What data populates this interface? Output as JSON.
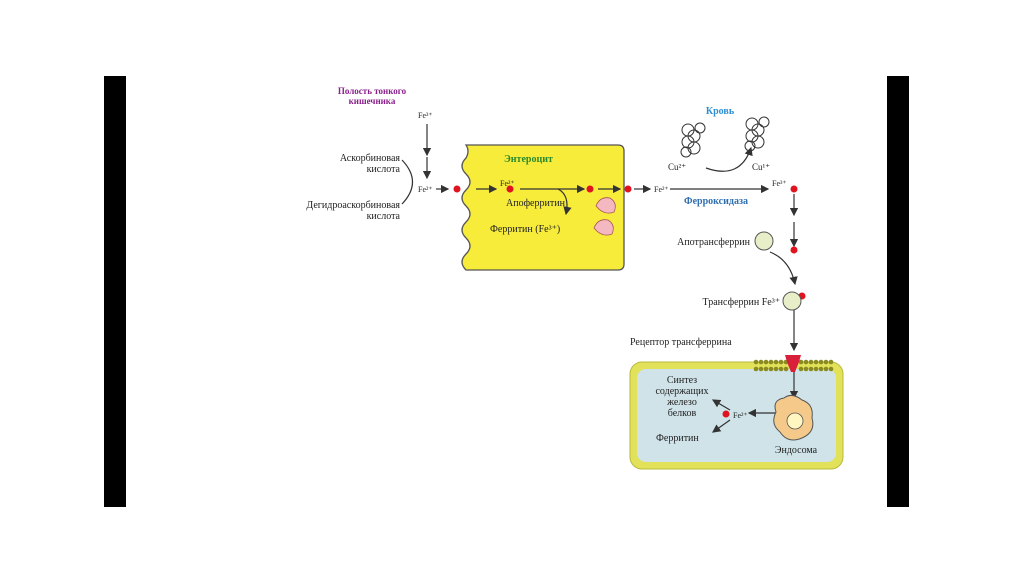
{
  "colors": {
    "enterocyte_fill": "#f7ec3a",
    "cell_fill": "#cfe3e8",
    "cell_border": "#e2e25a",
    "iron_dot": "#e0141e",
    "arrow": "#333333",
    "lumen_label": "#8a1f8c",
    "blood_label": "#2f8fd0",
    "enzyme_label": "#2f6fb0",
    "enterocyte_label": "#2b8a2b",
    "ferritin_blob": "#f4b8c0",
    "receptor": "#d8203a",
    "endosome": "#f4c98a"
  },
  "labels": {
    "lumen_1": "Полость тонкого",
    "lumen_2": "кишечника",
    "fe3_top": "Fe³⁺",
    "ascorbic_1": "Аскорбиновая",
    "ascorbic_2": "кислота",
    "dehydro_1": "Дегидроаскорбиновая",
    "dehydro_2": "кислота",
    "fe2_left": "Fe²⁺",
    "enterocyte": "Энтероцит",
    "fe2_inner": "Fe²⁺",
    "apoferritin": "Апоферритин",
    "ferritin_cell": "Ферритин (Fe³⁺)",
    "fe2_out": "Fe²⁺",
    "blood": "Кровь",
    "cu_left": "Cu²⁺",
    "cu_right": "Cu¹⁺",
    "ferroxidase": "Ферроксидаза",
    "fe3_right": "Fe³⁺",
    "apotransferrin": "Апотрансферрин",
    "transferrin": "Трансферрин Fe³⁺",
    "receptor": "Рецептор трансферрина",
    "synthesis_1": "Синтез",
    "synthesis_2": "содержащих",
    "synthesis_3": "железо",
    "synthesis_4": "белков",
    "fe2_cell": "Fe²⁺",
    "ferritin_bottom": "Ферритин",
    "endosome": "Эндосома"
  }
}
